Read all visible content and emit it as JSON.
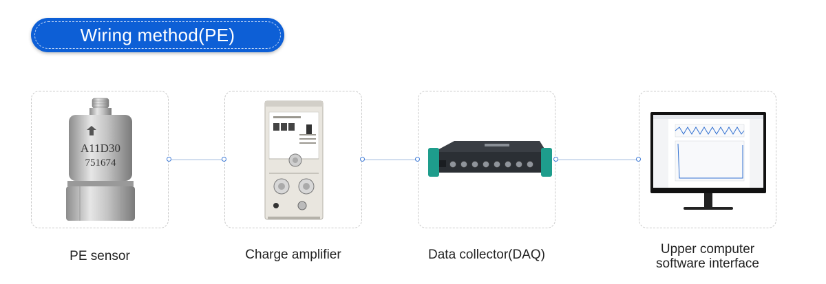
{
  "title": "Wiring method(PE)",
  "steps": [
    {
      "caption": "PE sensor",
      "sensor_model": "A11D30",
      "sensor_serial": "751674"
    },
    {
      "caption": "Charge amplifier"
    },
    {
      "caption": "Data collector(DAQ)"
    },
    {
      "caption_line1": "Upper computer",
      "caption_line2": "software interface"
    }
  ],
  "colors": {
    "title_bg": "#0d5fd6",
    "connector": "#3c79d6",
    "node_border": "#c8c8c8"
  }
}
